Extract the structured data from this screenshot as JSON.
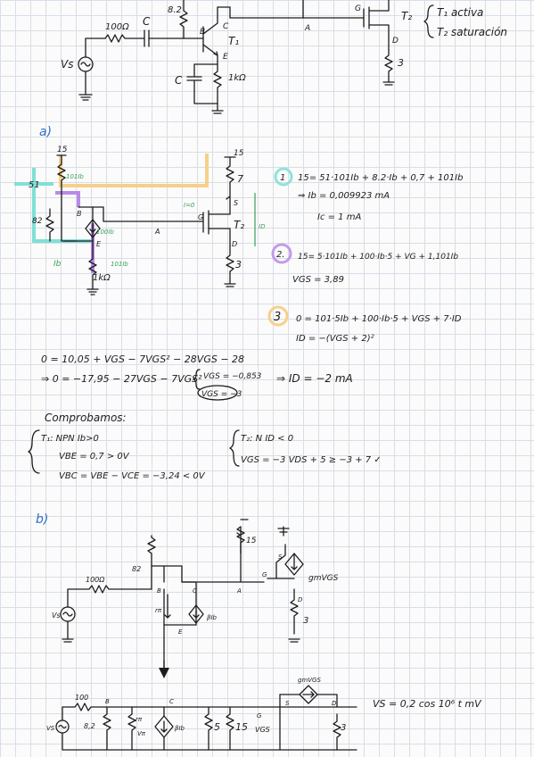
{
  "part_a_label": "a)",
  "part_b_label": "b)",
  "top_circuit": {
    "r_source": "100Ω",
    "r_base": "8.2",
    "cap_label": "C",
    "cap2_label": "C",
    "re_label": "1kΩ",
    "vs_label": "Vs",
    "node_b": "B",
    "node_c": "C",
    "node_e": "E",
    "node_a": "A",
    "node_g": "G",
    "node_d": "D",
    "t1": "T₁",
    "t2": "T₂",
    "r_drain": "3",
    "states": [
      "T₁ activa",
      "T₂ saturación"
    ]
  },
  "dc_circuit": {
    "v_top": "15",
    "v_top2": "15",
    "r_51": "51",
    "r_82": "82",
    "r_7": "7",
    "r_3": "3",
    "r_1k": "1kΩ",
    "ib": "100Ib",
    "ib_label": "Ib",
    "t2": "T₂",
    "node_a": "A",
    "node_g": "G",
    "node_s": "S",
    "node_d": "D",
    "node_b": "B",
    "node_e": "E",
    "gs_note": "I=0",
    "id_note": "ID",
    "loop1": "101Ib",
    "loop2": "101Ib"
  },
  "equations": [
    {
      "marker": "1",
      "lines": [
        "15= 51·101Ib + 8.2·Ib + 0,7 + 101Ib",
        "⇒ Ib = 0,009923 mA",
        "Ic = 1 mA"
      ]
    },
    {
      "marker": "2.",
      "lines": [
        "15= 5·101Ib + 100·Ib·5 + VG + 1,101Ib",
        "VGS = 3,89"
      ]
    },
    {
      "marker": "3",
      "lines": [
        "0 = 101·5Ib + 100·Ib·5 + VGS + 7·ID",
        "ID = −(VGS + 2)²"
      ]
    }
  ],
  "quadratic": {
    "line1": "0 = 10,05 + VGS − 7VGS² − 28VGS − 28",
    "line2": "⇒ 0 = −17,95 − 27VGS − 7VGS²",
    "root1": "VGS = −0,853",
    "root2": "VGS = −3",
    "result": "⇒ ID = −2 mA"
  },
  "checks": {
    "title": "Comprobamos:",
    "t1": [
      "T₁: NPN  Ib>0",
      "VBE = 0,7 > 0V",
      "VBC = VBE − VCE = −3,24 < 0V"
    ],
    "t2": [
      "T₂: N    ID < 0",
      "VGS = −3   VDS + 5 ≥ −3 + 7 ✓"
    ]
  },
  "ac_circuit": {
    "r_source": "100Ω",
    "r_82": "82",
    "r_15": "15",
    "r_3": "3",
    "vs": "Vs",
    "gm": "gmVGS",
    "beta": "βIb",
    "node_a": "A",
    "node_g": "G",
    "node_s": "S",
    "node_c": "C",
    "node_b": "B",
    "node_e": "E",
    "node_d": "D",
    "rpi": "rπ"
  },
  "small_signal": {
    "r_source": "100",
    "r_82": "8,2",
    "rpi": "rπ",
    "vpi": "Vπ",
    "beta": "βIb",
    "r_5": "5",
    "r_15": "15",
    "vgs": "VGS",
    "gm": "gmVGS",
    "r_3": "3",
    "vs": "VS",
    "node_b": "B",
    "node_c": "C",
    "node_g": "G",
    "node_s": "S",
    "node_d": "D",
    "signal": "VS = 0,2 cos 10⁶ t mV"
  }
}
